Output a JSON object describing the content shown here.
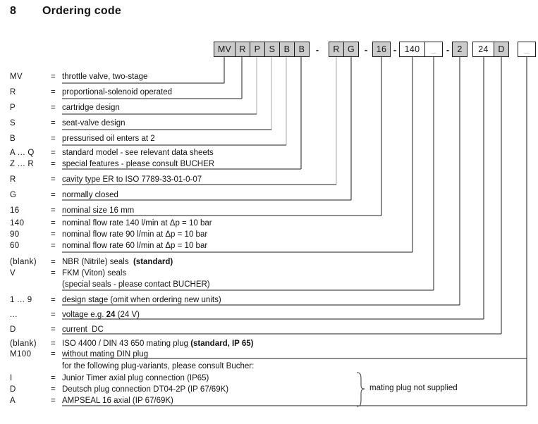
{
  "title": {
    "number": "8",
    "text": "Ordering code"
  },
  "separator": "-",
  "colors": {
    "box_fill_gray": "#cbcbcb",
    "box_fill_white": "#ffffff",
    "box_border": "#1d1d1d",
    "line_black": "#1c1c1c",
    "line_gray": "#a9a9a9",
    "text": "#141414"
  },
  "code_boxes": [
    {
      "label": "MV",
      "fill": "gray"
    },
    {
      "label": "R",
      "fill": "gray"
    },
    {
      "label": "P",
      "fill": "gray"
    },
    {
      "label": "S",
      "fill": "gray"
    },
    {
      "label": "B",
      "fill": "gray"
    },
    {
      "label": "B",
      "fill": "gray"
    },
    {
      "label": "R",
      "fill": "gray"
    },
    {
      "label": "G",
      "fill": "gray"
    },
    {
      "label": "16",
      "fill": "gray"
    },
    {
      "label": "140",
      "fill": "white"
    },
    {
      "label": "_",
      "fill": "white"
    },
    {
      "label": "2",
      "fill": "gray"
    },
    {
      "label": "24",
      "fill": "white"
    },
    {
      "label": "D",
      "fill": "gray"
    },
    {
      "label": "_",
      "fill": "white"
    }
  ],
  "rows": [
    {
      "code": "MV",
      "eq": "=",
      "pre": "throttle valve, two-stage"
    },
    {
      "code": "R",
      "eq": "=",
      "pre": "proportional-solenoid operated"
    },
    {
      "code": "P",
      "eq": "=",
      "pre": "cartridge design"
    },
    {
      "code": "S",
      "eq": "=",
      "pre": "seat-valve design"
    },
    {
      "code": "B",
      "eq": "=",
      "pre": "pressurised oil enters at 2"
    },
    {
      "code": "A ... Q",
      "eq": "=",
      "pre": "standard model - see relevant data sheets"
    },
    {
      "code": "Z ... R",
      "eq": "=",
      "pre": "special features - please consult BUCHER"
    },
    {
      "code": "R",
      "eq": "=",
      "pre": "cavity type ER to ISO 7789-33-01-0-07"
    },
    {
      "code": "G",
      "eq": "=",
      "pre": "normally closed"
    },
    {
      "code": "16",
      "eq": "=",
      "pre": "nominal size 16 mm"
    },
    {
      "code": "140",
      "eq": "=",
      "pre": "nominal flow rate 140 l/min at Δp = 10 bar"
    },
    {
      "code": "90",
      "eq": "=",
      "pre": "nominal flow rate 90 l/min at Δp = 10 bar"
    },
    {
      "code": "60",
      "eq": "=",
      "pre": "nominal flow rate 60 l/min at Δp = 10 bar"
    },
    {
      "code": "(blank)",
      "eq": "=",
      "pre": "NBR (Nitrile) seals  ",
      "bold": "(standard)"
    },
    {
      "code": "V",
      "eq": "=",
      "pre": "FKM (Viton) seals"
    },
    {
      "code": "",
      "eq": "",
      "pre": "(special seals - please contact BUCHER)"
    },
    {
      "code": "1 ... 9",
      "eq": "=",
      "pre": "design stage (omit when ordering new units)"
    },
    {
      "code": "...",
      "eq": "=",
      "pre": "voltage e.g. ",
      "bold": "24",
      "post": " (24 V)"
    },
    {
      "code": "D",
      "eq": "=",
      "pre": "current  DC"
    },
    {
      "code": "(blank)",
      "eq": "=",
      "pre": "ISO 4400 / DIN 43 650 mating plug ",
      "bold": "(standard, IP 65)"
    },
    {
      "code": "M100",
      "eq": "=",
      "pre": "without mating DIN plug"
    },
    {
      "code": "",
      "eq": "",
      "pre": "for the following plug-variants, please consult Bucher:"
    },
    {
      "code": "I",
      "eq": "=",
      "pre": "Junior Timer axial plug connection (IP65)"
    },
    {
      "code": "D",
      "eq": "=",
      "pre": "Deutsch plug connection DT04-2P (IP 67/69K)"
    },
    {
      "code": "A",
      "eq": "=",
      "pre": "AMPSEAL 16 axial (IP 67/69K)"
    }
  ],
  "brace_note": "mating plug not supplied"
}
